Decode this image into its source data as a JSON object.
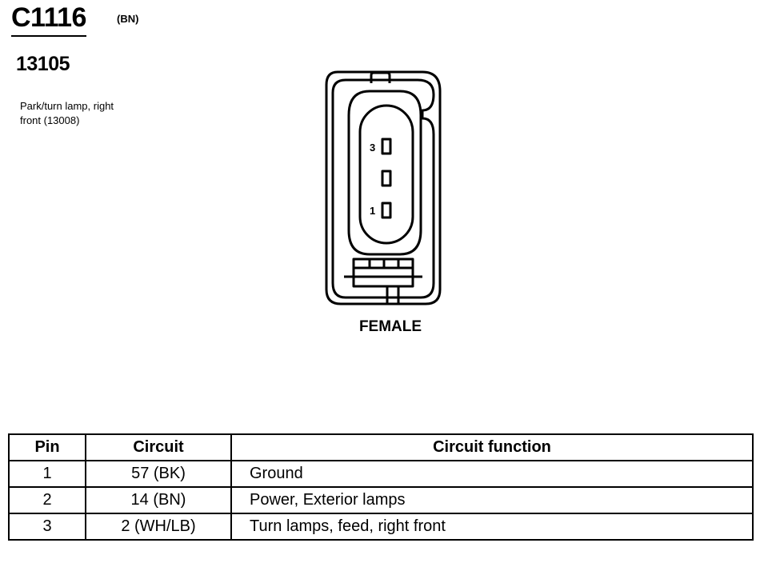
{
  "header": {
    "connector_id": "C1116",
    "color_code": "(BN)",
    "part_number": "13105",
    "description_line1": "Park/turn lamp, right",
    "description_line2": "front (13008)"
  },
  "diagram": {
    "pins": [
      {
        "label": "3"
      },
      {
        "label": ""
      },
      {
        "label": "1"
      }
    ],
    "gender": "FEMALE"
  },
  "table": {
    "headers": {
      "pin": "Pin",
      "circuit": "Circuit",
      "function": "Circuit function"
    },
    "rows": [
      {
        "pin": "1",
        "circuit": "57 (BK)",
        "function": "Ground"
      },
      {
        "pin": "2",
        "circuit": "14 (BN)",
        "function": "Power, Exterior lamps"
      },
      {
        "pin": "3",
        "circuit": "2 (WH/LB)",
        "function": "Turn lamps, feed, right front"
      }
    ]
  }
}
